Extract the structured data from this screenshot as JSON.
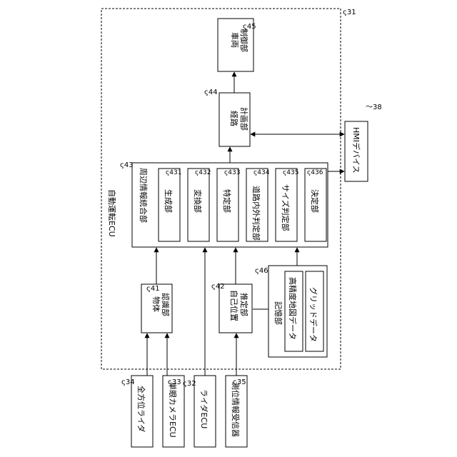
{
  "diagram": {
    "ecu_label": "自動運転ECU",
    "ecu_ref": "31",
    "integration": {
      "label": "周辺情報統合部",
      "ref": "43"
    },
    "sub_units": [
      {
        "label": "生成部",
        "ref": "431"
      },
      {
        "label": "変換部",
        "ref": "432"
      },
      {
        "label": "特定部",
        "ref": "433"
      },
      {
        "label": "道路内外判定部",
        "ref": "434"
      },
      {
        "label": "サイズ判定部",
        "ref": "435"
      },
      {
        "label": "決定部",
        "ref": "436"
      }
    ],
    "object_recognition": {
      "line1": "物体",
      "line2": "認識部",
      "ref": "41"
    },
    "self_position": {
      "line1": "自己位置",
      "line2": "推定部",
      "ref": "42"
    },
    "route_planning": {
      "line1": "経路",
      "line2": "計画部",
      "ref": "44"
    },
    "vehicle_control": {
      "line1": "車両",
      "line2": "制御部",
      "ref": "45"
    },
    "storage": {
      "label": "記憶部",
      "ref": "46",
      "items": [
        "高精度地図データ",
        "グリッドデータ"
      ]
    },
    "hmi": {
      "label": "HMIデバイス",
      "ref": "38"
    },
    "sensors": [
      {
        "label": "全方位ライダ",
        "ref": "34"
      },
      {
        "label": "単眼カメラECU",
        "ref": "33"
      },
      {
        "label": "ライダECU",
        "ref": "32"
      },
      {
        "label": "測位情報受信器",
        "ref": "35"
      }
    ]
  }
}
